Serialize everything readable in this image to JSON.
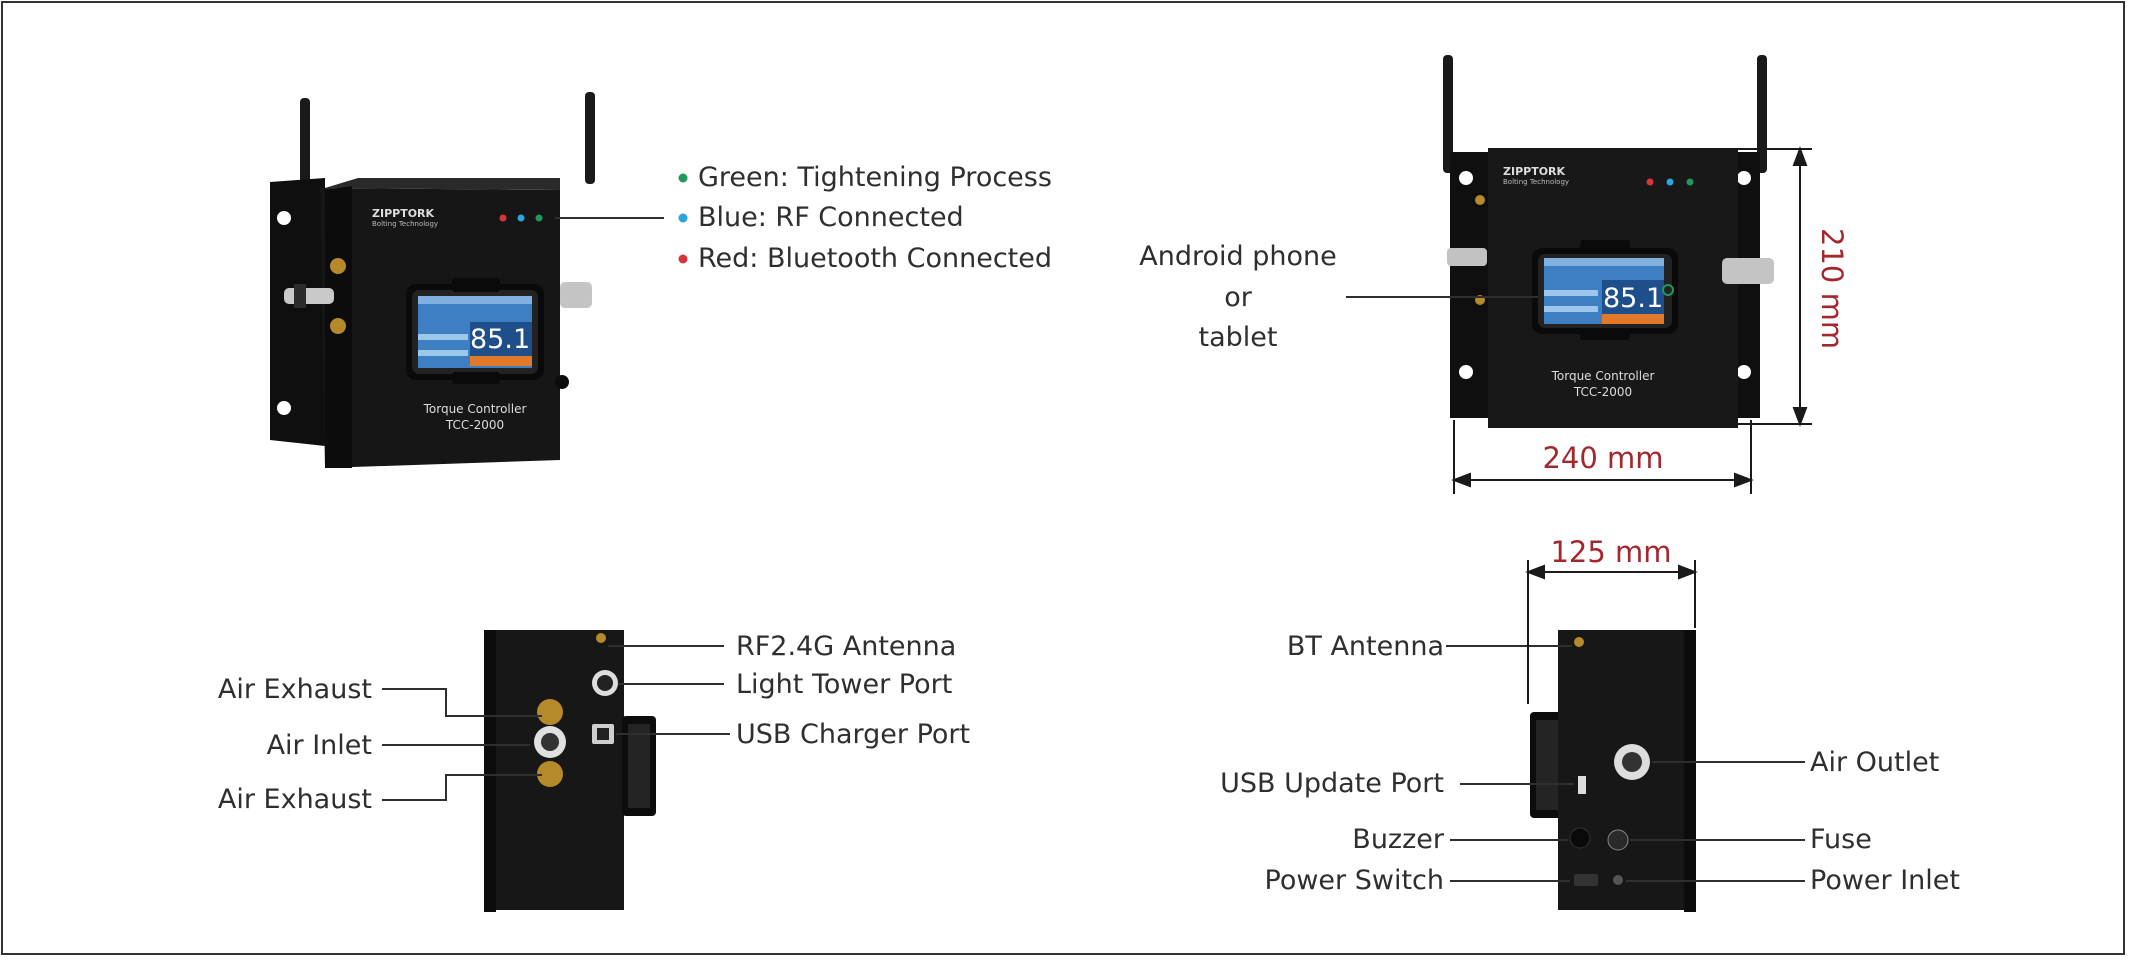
{
  "colors": {
    "led_green": "#1f9a5a",
    "led_blue": "#2aa6dd",
    "led_red": "#d6353b",
    "dimension": "#a3282e",
    "device": "#141414",
    "screen": "#3d7fc2",
    "screen_accent": "#e07a2a"
  },
  "device": {
    "brand": "ZIPPTORK",
    "tagline": "Bolting Technology",
    "model_line1": "Torque Controller",
    "model_line2": "TCC-2000",
    "screen_value": "85.1"
  },
  "legend": [
    {
      "label": "Green: Tightening Process",
      "color": "#1f9a5a"
    },
    {
      "label": "Blue: RF Connected",
      "color": "#2aa6dd"
    },
    {
      "label": "Red: Bluetooth Connected",
      "color": "#d6353b"
    }
  ],
  "front": {
    "phone_label_line1": "Android phone",
    "phone_label_line2": "or",
    "phone_label_line3": "tablet",
    "width_dim": "240 mm",
    "height_dim": "210 mm"
  },
  "left_side": {
    "air_exhaust_top": "Air Exhaust",
    "air_inlet": "Air Inlet",
    "air_exhaust_bottom": "Air Exhaust",
    "rf_antenna": "RF2.4G Antenna",
    "light_tower": "Light Tower Port",
    "usb_charger": "USB Charger Port"
  },
  "right_side": {
    "depth_dim": "125 mm",
    "bt_antenna": "BT Antenna",
    "usb_update": "USB Update Port",
    "buzzer": "Buzzer",
    "power_switch": "Power Switch",
    "air_outlet": "Air Outlet",
    "fuse": "Fuse",
    "power_inlet": "Power Inlet"
  }
}
